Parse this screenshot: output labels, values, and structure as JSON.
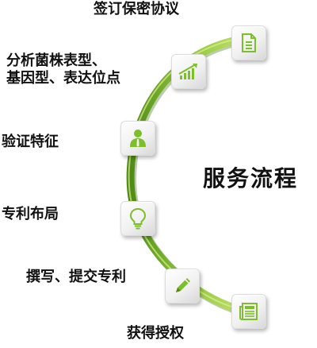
{
  "diagram": {
    "center_title": "服务流程",
    "colors": {
      "arc_light": "#a6d23f",
      "arc_dark": "#4f8a16",
      "icon_green": "#7cbf2a",
      "text": "#111111"
    },
    "steps": [
      {
        "label": "签订保密协议",
        "icon": "document-icon"
      },
      {
        "label": "分析菌株表型、\n基因型、表达位点",
        "icon": "bar-chart-icon"
      },
      {
        "label": "验证特征",
        "icon": "person-icon"
      },
      {
        "label": "专利布局",
        "icon": "lightbulb-icon"
      },
      {
        "label": "撰写、提交专利",
        "icon": "pencil-icon"
      },
      {
        "label": "获得授权",
        "icon": "newspaper-icon"
      }
    ]
  }
}
